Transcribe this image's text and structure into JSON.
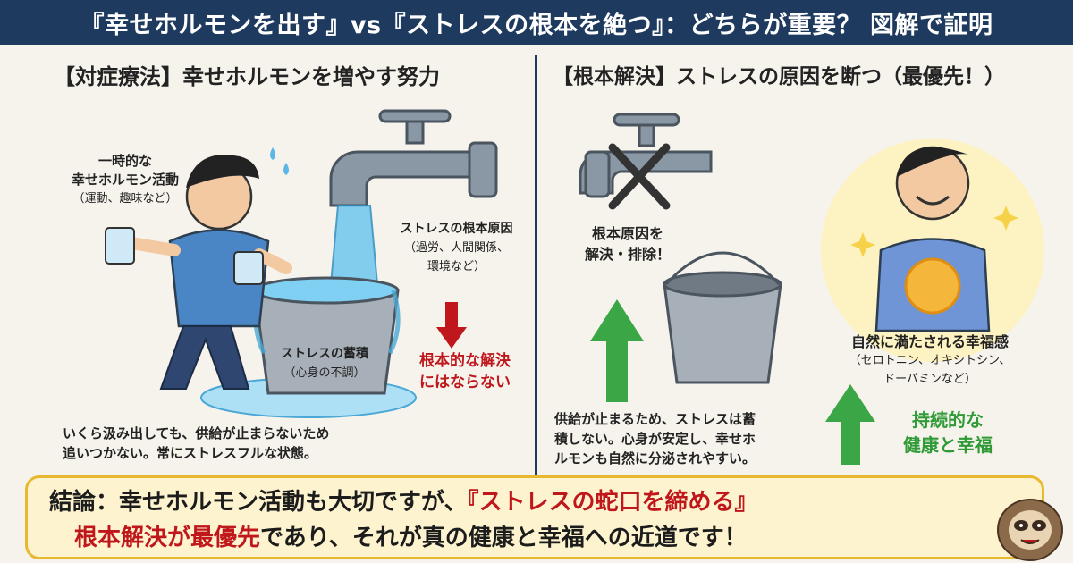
{
  "header": {
    "title": "『幸せホルモンを出す』vs『ストレスの根本を絶つ』：どちらが重要？ 図解で証明"
  },
  "left_panel": {
    "title": "【対症療法】幸せホルモンを増やす努力",
    "temp_activity": {
      "line1": "一時的な",
      "line2": "幸せホルモン活動",
      "line3": "（運動、趣味など）"
    },
    "root_cause": {
      "line1": "ストレスの根本原因",
      "line2": "（過労、人間関係、",
      "line3": "環境など）"
    },
    "bucket": {
      "line1": "ストレスの蓄積",
      "line2": "（心身の不調）"
    },
    "not_solution": {
      "line1": "根本的な解決",
      "line2": "にはならない"
    },
    "body": {
      "line1": "いくら汲み出しても、供給が止まらないため",
      "line2": "追いつかない。常にストレスフルな状態。"
    }
  },
  "right_panel": {
    "title": "【根本解決】ストレスの原因を断つ（最優先！）",
    "eliminate": {
      "line1": "根本原因を",
      "line2": "解決・排除！"
    },
    "happiness": {
      "line1": "自然に満たされる幸福感",
      "line2": "（セロトニン、オキシトシン、",
      "line3": "ドーパミンなど）"
    },
    "body": {
      "line1": "供給が止まるため、ストレスは蓄",
      "line2": "積しない。心身が安定し、幸せホ",
      "line3": "ルモンも自然に分泌されやすい。"
    },
    "sustained": {
      "line1": "持続的な",
      "line2": "健康と幸福"
    }
  },
  "conclusion": {
    "line1_prefix": "結論：幸せホルモン活動も大切ですが、",
    "line1_highlight": "『ストレスの蛇口を締める』",
    "line2_highlight": "根本解決が最優先",
    "line2_suffix": "であり、それが真の健康と幸福への近道です！"
  },
  "colors": {
    "banner": "#1f3a5f",
    "accent_red": "#c0171c",
    "accent_green": "#2f9a36",
    "conclusion_bg": "#fdf4cf",
    "conclusion_border": "#e8b830"
  }
}
